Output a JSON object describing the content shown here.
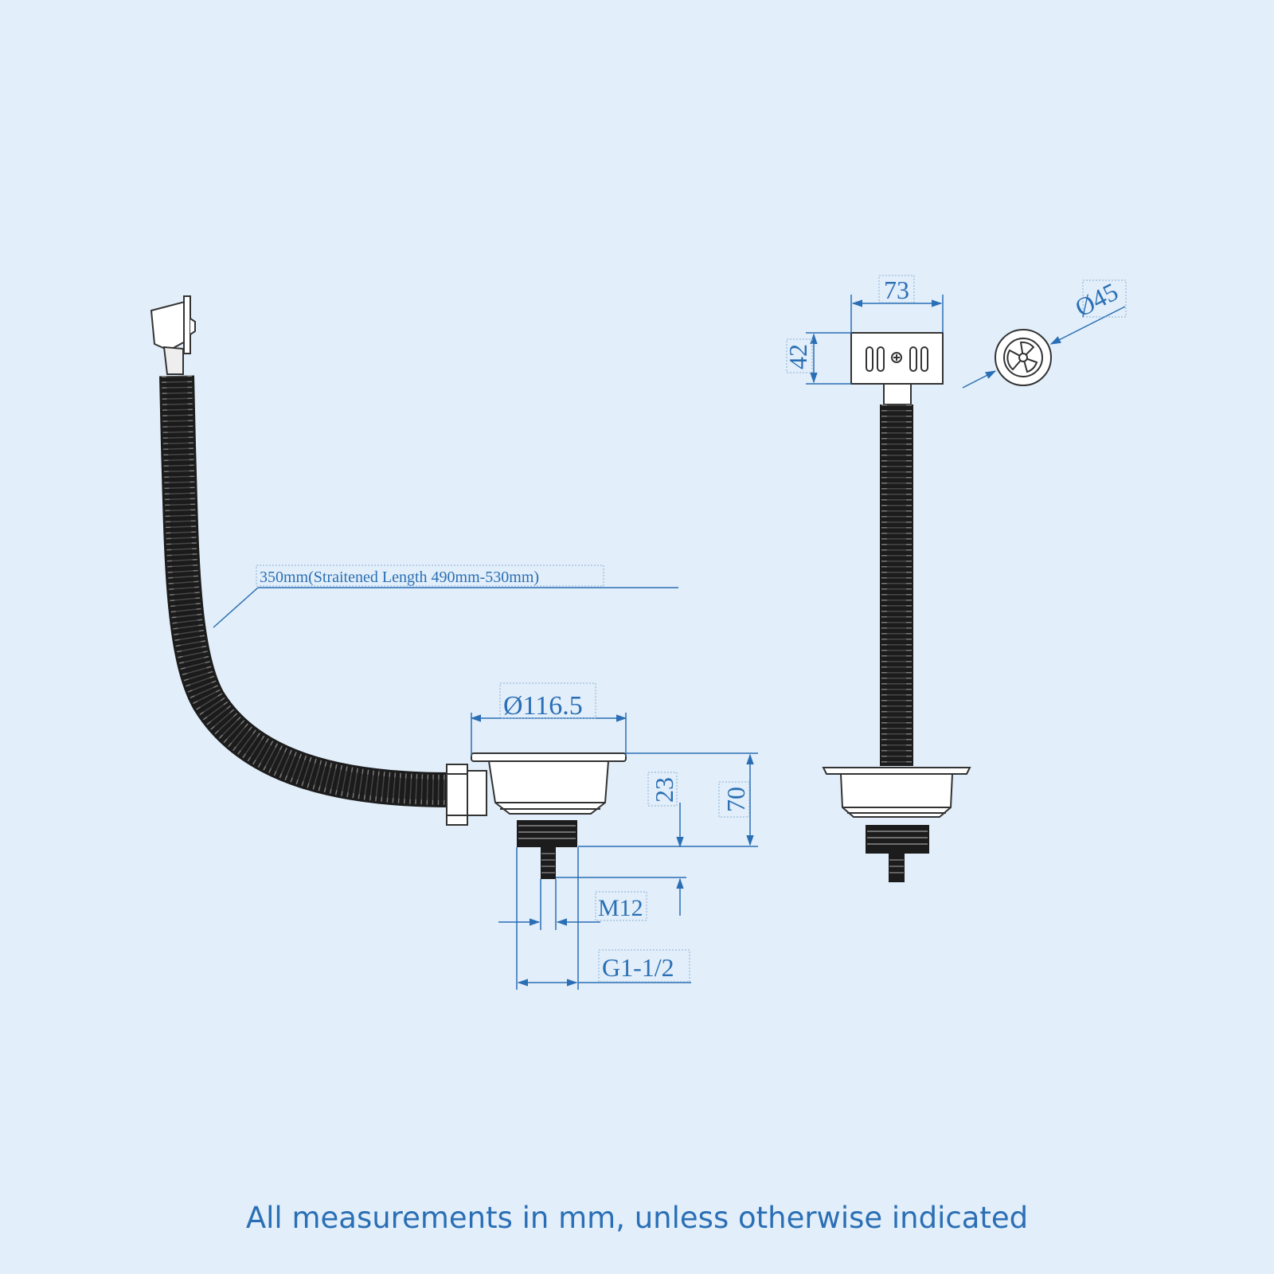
{
  "labels": {
    "hose_length": "350mm(Straitened Length 490mm-530mm)",
    "bowl_diameter": "Ø116.5",
    "height_23": "23",
    "height_70": "70",
    "bolt_thread": "M12",
    "outlet_thread": "G1-1/2",
    "width_73": "73",
    "height_42": "42",
    "strainer_diameter": "Ø45"
  },
  "footer": {
    "note": "All measurements in mm, unless otherwise indicated"
  },
  "colors": {
    "background": "#e2eef9",
    "dimension": "#2a6fb5",
    "outline": "#333333",
    "hose": "#1c1c1c"
  }
}
